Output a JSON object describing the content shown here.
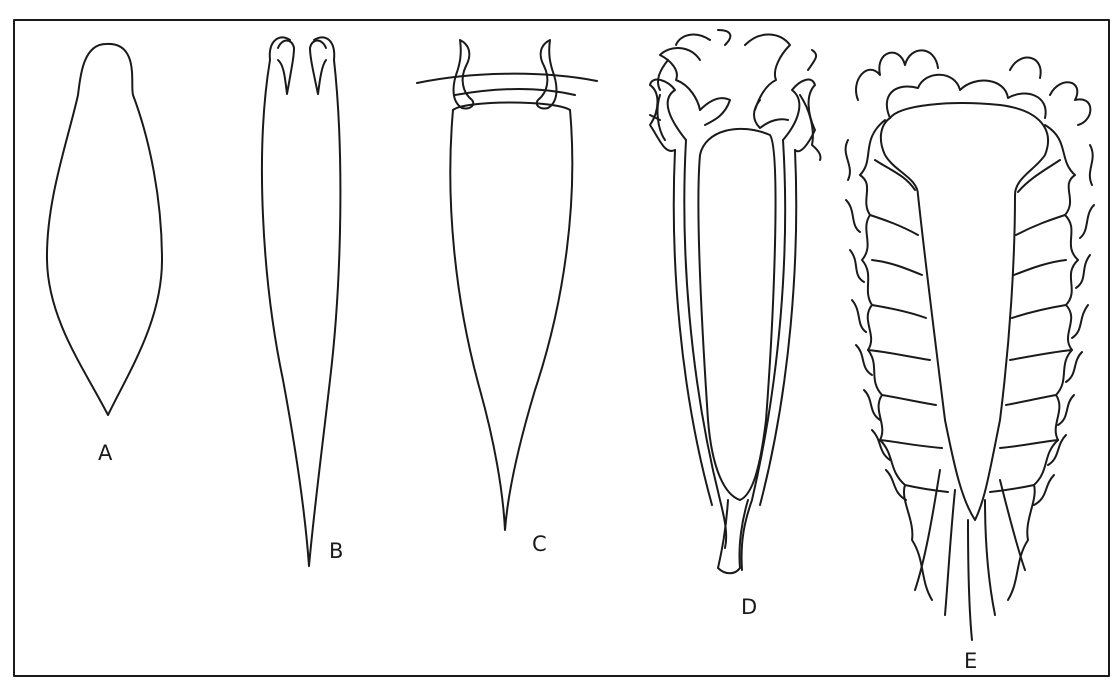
{
  "figure": {
    "stroke_color": "#1a1a1a",
    "background": "#ffffff",
    "panels": [
      {
        "id": "A",
        "label": "A"
      },
      {
        "id": "B",
        "label": "B"
      },
      {
        "id": "C",
        "label": "C"
      },
      {
        "id": "D",
        "label": "D"
      },
      {
        "id": "E",
        "label": "E"
      }
    ]
  }
}
